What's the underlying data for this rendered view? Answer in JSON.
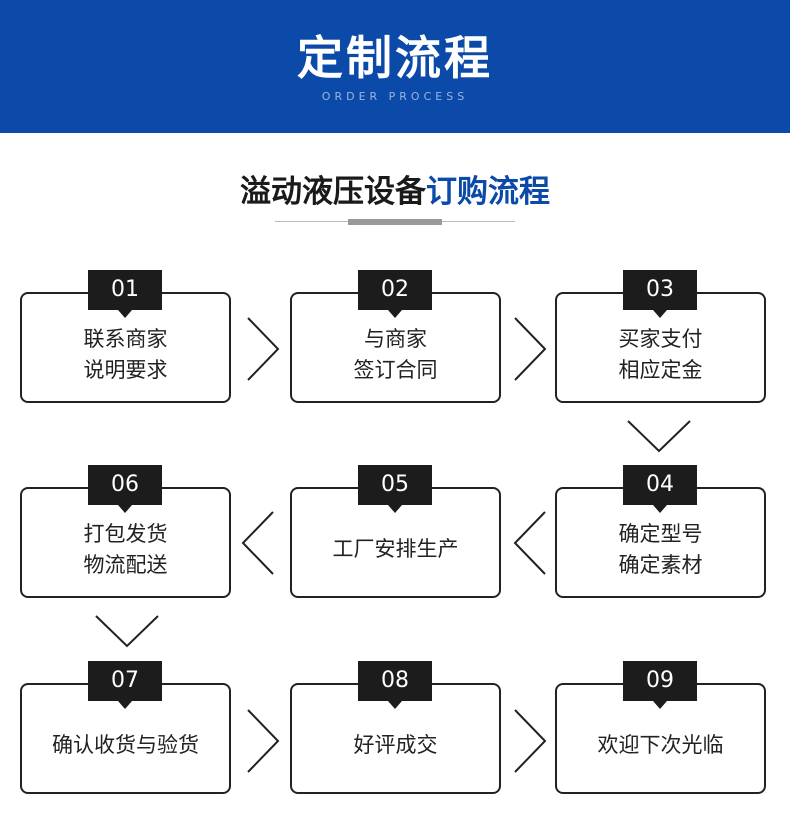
{
  "header": {
    "title": "定制流程",
    "subtitle_en": "ORDER PROCESS"
  },
  "section": {
    "title_part1": "溢动液压设备",
    "title_part2": "订购流程"
  },
  "colors": {
    "brand_blue": "#0b4aa8",
    "badge_black": "#1c1c1c"
  },
  "steps": [
    {
      "number": "01",
      "label": "联系商家\n说明要求"
    },
    {
      "number": "02",
      "label": "与商家\n签订合同"
    },
    {
      "number": "03",
      "label": "买家支付\n相应定金"
    },
    {
      "number": "04",
      "label": "确定型号\n确定素材"
    },
    {
      "number": "05",
      "label": "工厂安排生产"
    },
    {
      "number": "06",
      "label": "打包发货\n物流配送"
    },
    {
      "number": "07",
      "label": "确认收货与验货"
    },
    {
      "number": "08",
      "label": "好评成交"
    },
    {
      "number": "09",
      "label": "欢迎下次光临"
    }
  ]
}
